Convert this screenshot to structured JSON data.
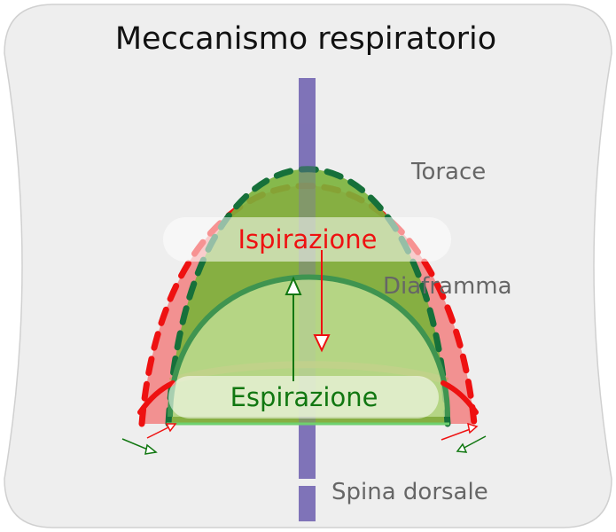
{
  "title": "Meccanismo respiratorio",
  "labels": {
    "torace": "Torace",
    "diaframma": "Diaframma",
    "ispirazione": "Ispirazione",
    "espirazione": "Espirazione",
    "spina": "Spina dorsale"
  },
  "colors": {
    "background_panel": "#eeeeee",
    "inspiration": "#ee1111",
    "expiration": "#117711",
    "thorax_inspiration_fill": "#f28080",
    "thorax_expiration_fill": "#7ab33a",
    "diaphragm_fill": "#b8d98a",
    "spine": "#7f73b8",
    "label_gray": "#666666"
  },
  "arrows": {
    "ispirazione_direction": "down",
    "espirazione_direction": "up"
  }
}
